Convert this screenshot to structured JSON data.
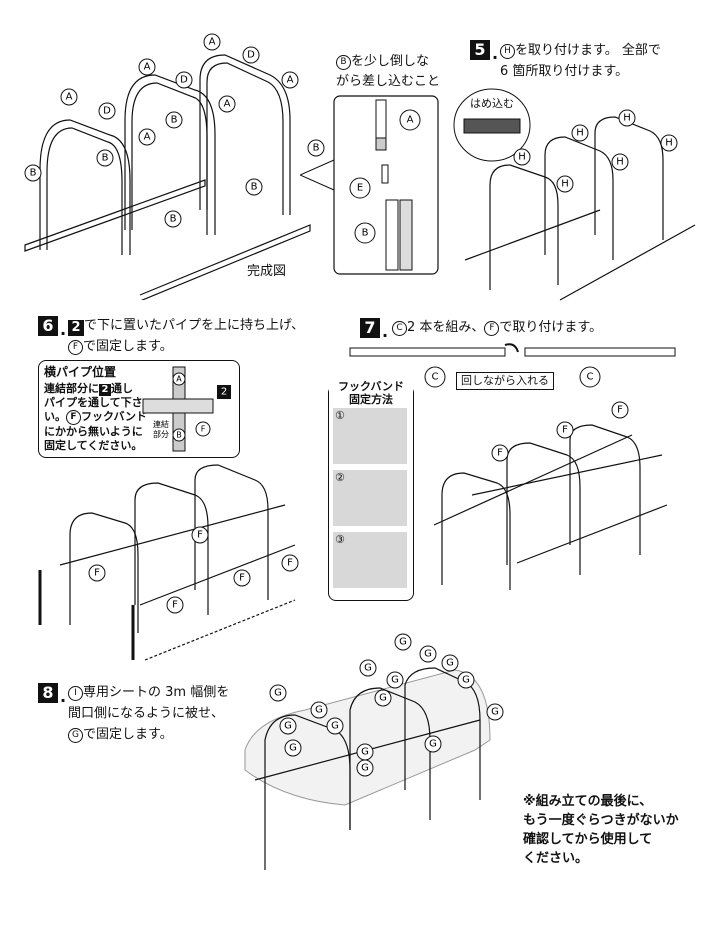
{
  "overview": {
    "completed_label": "完成図",
    "detail_note_line1": "を少し倒しな",
    "detail_note_line2": "がら差し込むこと",
    "detail_note_letter": "B"
  },
  "step5": {
    "number": "5",
    "line1_letter": "H",
    "line1": "を取り付けます。 全部で",
    "line2": "6 箇所取り付けます。",
    "callout": "はめ込む"
  },
  "step6": {
    "number": "6",
    "badge": "2",
    "line1": "で下に置いたパイプを上に持ち上げ、",
    "line2_letter": "F",
    "line2": "で固定します。",
    "box_title": "横パイプ位置",
    "box_line1": "連結部分に",
    "box_line1b": "通し",
    "box_line2": "パイプを通して下さ",
    "box_line3": "い。",
    "box_line3b": "フックバンド",
    "box_line4": "にかから無いように",
    "box_line5": "固定してください。",
    "box_joint_label": "連結部分",
    "box_badge": "2"
  },
  "step7": {
    "number": "7",
    "letter_c": "C",
    "text1": "2 本を組み、",
    "letter_f": "F",
    "text2": "で取り付けます。",
    "rotate_label": "回しながら入れる",
    "hook_title_line1": "フックバンド",
    "hook_title_line2": "固定方法",
    "hook_steps": [
      "①",
      "②",
      "③"
    ]
  },
  "step8": {
    "number": "8",
    "letter_i": "I",
    "line1": "専用シートの 3m 幅側を",
    "line2": "間口側になるように被せ、",
    "letter_g": "G",
    "line3": "で固定します。"
  },
  "closing": {
    "line1": "※組み立ての最後に、",
    "line2": "もう一度ぐらつきがないか",
    "line3": "確認してから使用して",
    "line4": "ください。"
  }
}
